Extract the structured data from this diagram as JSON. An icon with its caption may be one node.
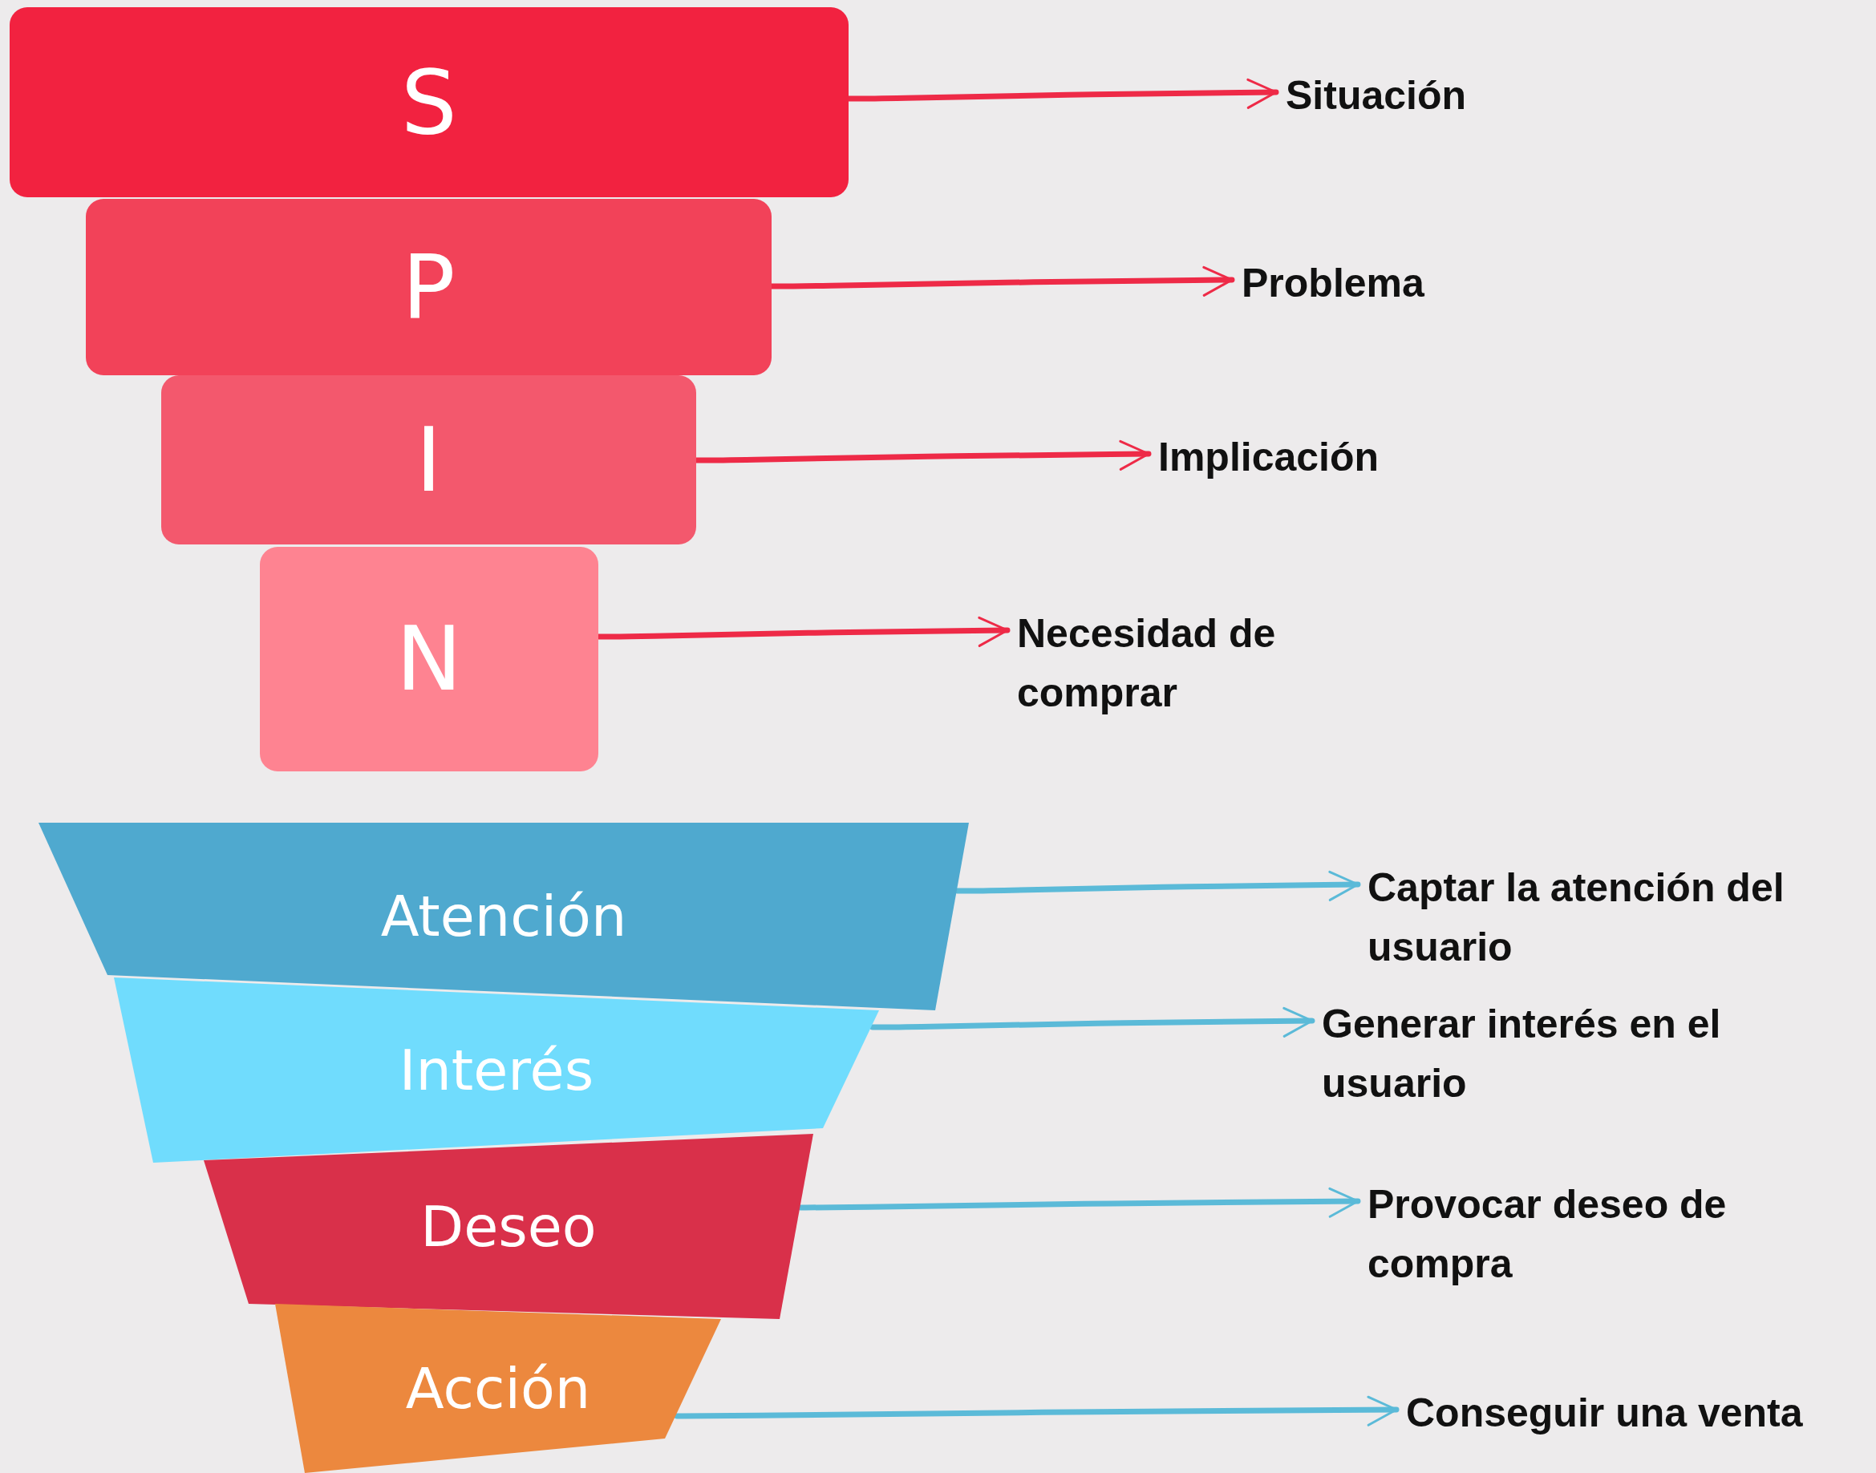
{
  "diagram": {
    "nodes": [
      {
        "text": [
          "S"
        ]
      },
      {
        "text": [
          "P"
        ]
      },
      {
        "text": [
          "I"
        ]
      },
      {
        "text": [
          "N"
        ]
      },
      {
        "text": [
          "Atención"
        ]
      },
      {
        "text": [
          "Interés"
        ]
      },
      {
        "text": [
          "Deseo"
        ]
      },
      {
        "text": [
          "Acción"
        ]
      },
      {
        "text": [
          "Situación"
        ]
      },
      {
        "text": [
          "Problema"
        ]
      },
      {
        "text": [
          "Implicación"
        ]
      },
      {
        "text": [
          "Necesidad de comprar"
        ]
      },
      {
        "text": [
          "Captar la atención del usuario"
        ]
      },
      {
        "text": [
          "Generar interés en el usuario"
        ]
      },
      {
        "text": [
          "Provocar deseo de compra"
        ]
      },
      {
        "text": [
          "Conseguir una venta"
        ]
      }
    ],
    "edges": [
      {
        "from": 0,
        "to": 8,
        "arrow": "to"
      },
      {
        "from": 1,
        "to": 9,
        "arrow": "to"
      },
      {
        "from": 2,
        "to": 10,
        "arrow": "to"
      },
      {
        "from": 3,
        "to": 11,
        "arrow": "to"
      },
      {
        "from": 4,
        "to": 12,
        "arrow": "to",
        "color": "#5bbad8"
      },
      {
        "from": 5,
        "to": 13,
        "arrow": "to",
        "color": "#5bbad8"
      },
      {
        "from": 6,
        "to": 14,
        "arrow": "to",
        "color": "#5bbad8"
      },
      {
        "from": 7,
        "to": 15,
        "arrow": "to",
        "color": "#5bbad8"
      }
    ]
  }
}
